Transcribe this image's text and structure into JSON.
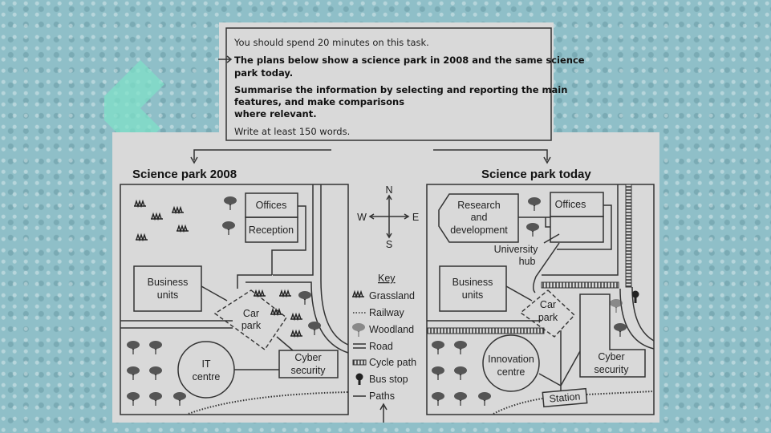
{
  "task": {
    "line1": "You should spend 20 minutes on this task.",
    "line2a": "The plans below show a science park in 2008 and the same science",
    "line2b": "park today.",
    "line3a": "Summarise the information by selecting and reporting the main",
    "line3b": "features, and make comparisons",
    "line3c": "where relevant.",
    "line4": "Write at least 150 words."
  },
  "map2008": {
    "title": "Science park  2008",
    "offices": "Offices",
    "reception": "Reception",
    "business1": "Business",
    "business2": "units",
    "car1": "Car",
    "car2": "park",
    "it1": "IT",
    "it2": "centre",
    "cyber1": "Cyber",
    "cyber2": "security"
  },
  "mapToday": {
    "title": "Science park today",
    "rd1": "Research",
    "rd2": "and",
    "rd3": "development",
    "offices": "Offices",
    "hub1": "University",
    "hub2": "hub",
    "business1": "Business",
    "business2": "units",
    "car1": "Car",
    "car2": "park",
    "inno1": "Innovation",
    "inno2": "centre",
    "cyber1": "Cyber",
    "cyber2": "security",
    "station": "Station"
  },
  "compass": {
    "n": "N",
    "s": "S",
    "e": "E",
    "w": "W"
  },
  "key": {
    "title": "Key",
    "items": [
      "Grassland",
      "Railway",
      "Woodland",
      "Road",
      "Cycle path",
      "Bus stop",
      "Paths"
    ]
  },
  "colors": {
    "background": "#8fbfc8",
    "paper": "#d9d9d9",
    "ink": "#333333"
  }
}
